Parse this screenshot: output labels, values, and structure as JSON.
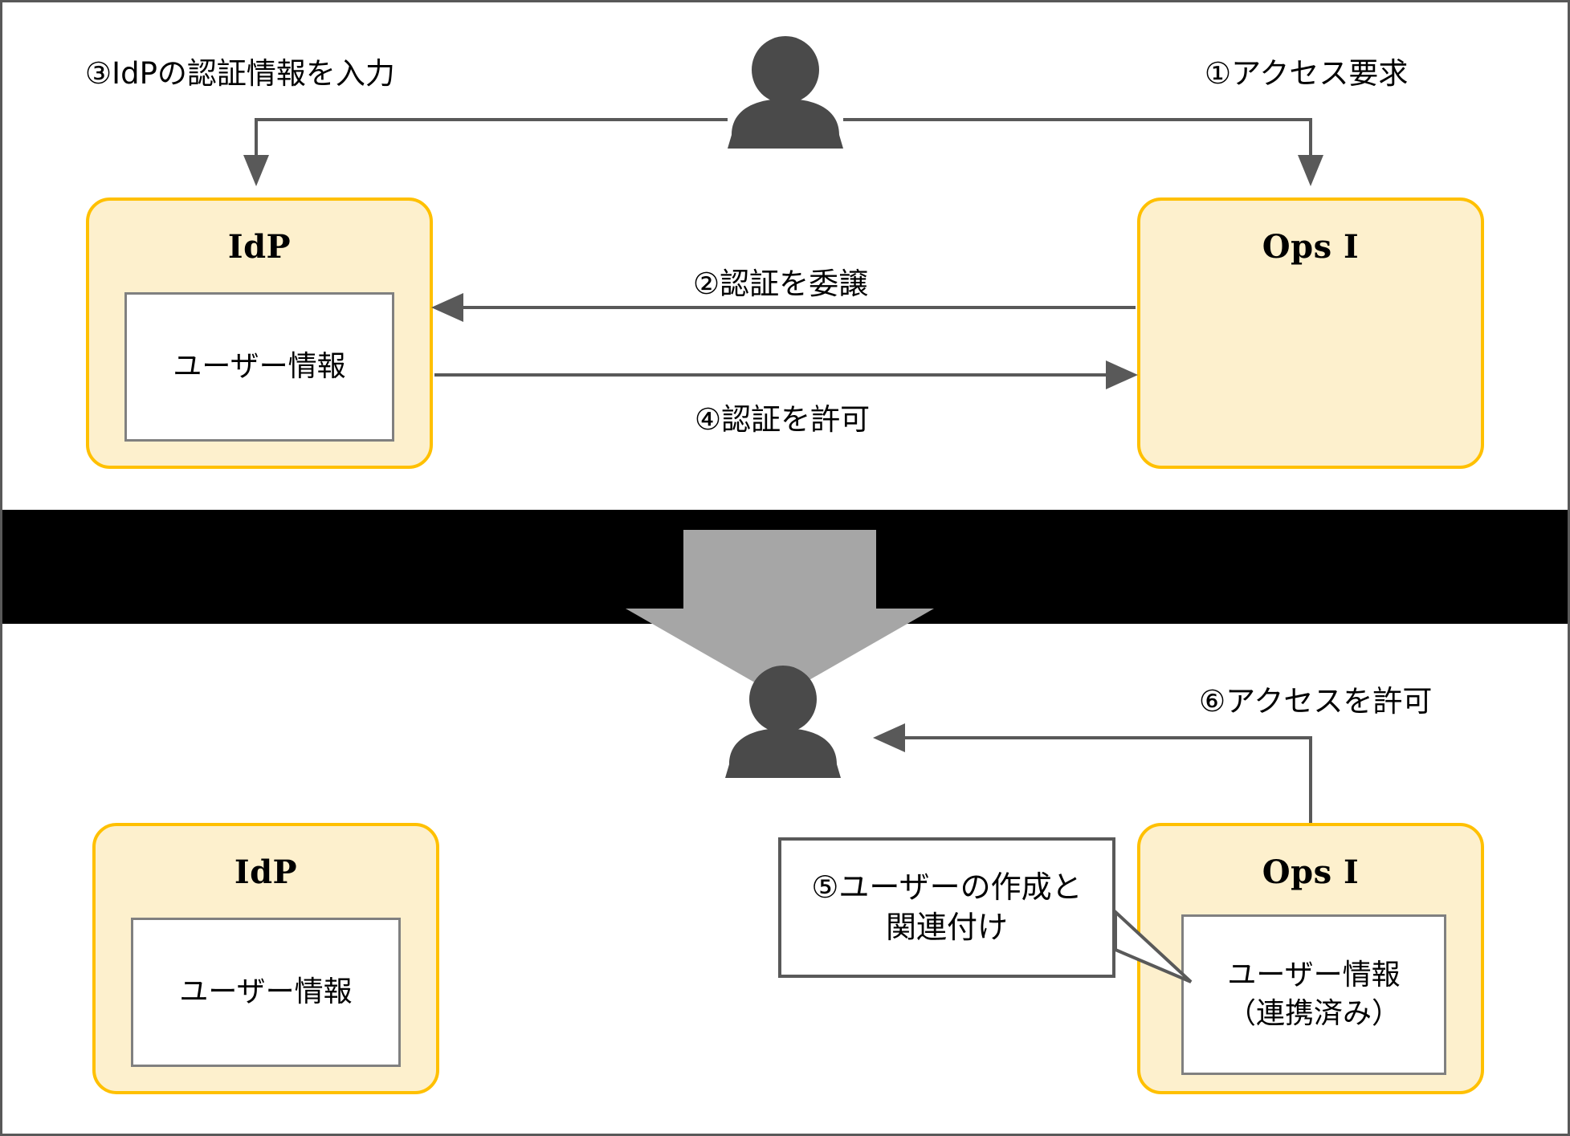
{
  "diagram": {
    "title": "IdP / Ops I user federation flow",
    "colors": {
      "box_fill": "#FDF0CD",
      "box_border": "#FFC000",
      "inner_border": "#808080",
      "arrow": "#595959",
      "person": "#4A4A4A",
      "band_background": "#000000",
      "band_arrow": "#A6A6A6",
      "canvas_border": "#595959"
    },
    "top_panel": {
      "idp_box": {
        "title": "IdP",
        "inner_label": "ユーザー情報"
      },
      "ops_box": {
        "title": "Ops I"
      },
      "person_icon": "person-icon",
      "labels": {
        "step3": "③IdPの認証情報を入力",
        "step1": "①アクセス要求",
        "step2": "②認証を委譲",
        "step4": "④認証を許可"
      }
    },
    "divider": {
      "arrow_icon": "down-arrow-icon"
    },
    "bottom_panel": {
      "idp_box": {
        "title": "IdP",
        "inner_label": "ユーザー情報"
      },
      "ops_box": {
        "title": "Ops I",
        "inner_label_line1": "ユーザー情報",
        "inner_label_line2": "（連携済み）"
      },
      "person_icon": "person-icon",
      "labels": {
        "step6": "⑥アクセスを許可"
      },
      "callout": {
        "line1": "⑤ユーザーの作成と",
        "line2": "関連付け"
      }
    }
  }
}
